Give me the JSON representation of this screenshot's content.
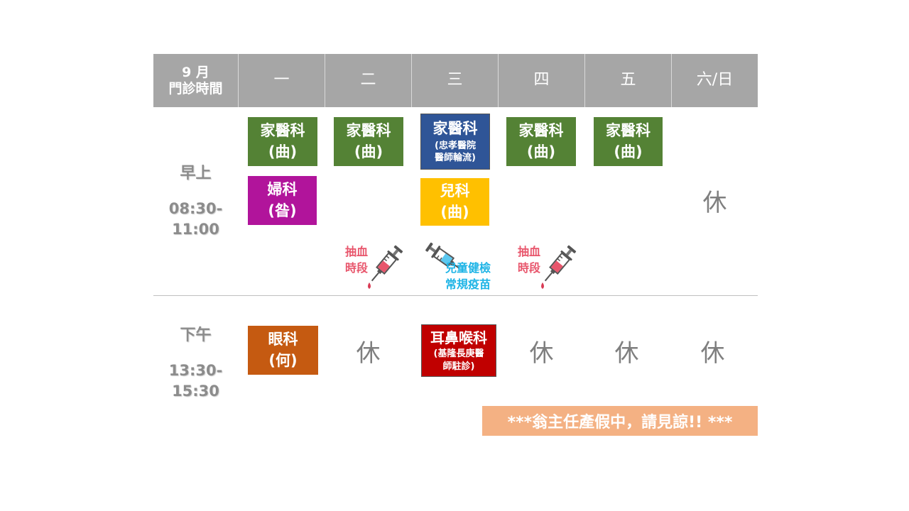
{
  "header": {
    "corner_line1": "9 月",
    "corner_line2": "門診時間",
    "days": [
      "一",
      "二",
      "三",
      "四",
      "五",
      "六/日"
    ]
  },
  "morning": {
    "name": "早上",
    "time_line1": "08:30-",
    "time_line2": "11:00"
  },
  "afternoon": {
    "name": "下午",
    "time_line1": "13:30-",
    "time_line2": "15:30"
  },
  "clinics": {
    "fm_mon": {
      "main": "家醫科",
      "doctor": "(曲)"
    },
    "fm_tue": {
      "main": "家醫科",
      "doctor": "(曲)"
    },
    "fm_wed": {
      "main": "家醫科",
      "sub1": "(忠孝醫院",
      "sub2": "醫師輪流)"
    },
    "fm_thu": {
      "main": "家醫科",
      "doctor": "(曲)"
    },
    "fm_fri": {
      "main": "家醫科",
      "doctor": "(曲)"
    },
    "gyn_mon": {
      "main": "婦科",
      "doctor": "(昝)"
    },
    "ped_wed": {
      "main": "兒科",
      "doctor": "(曲)"
    },
    "eye_mon": {
      "main": "眼科",
      "doctor": "(何)"
    },
    "ent_wed": {
      "main": "耳鼻喉科",
      "sub1": "(基隆長庚醫",
      "sub2": "師駐診)"
    }
  },
  "rest_label": "休",
  "blood_draw": {
    "line1": "抽血",
    "line2": "時段"
  },
  "vaccine": {
    "line1": "兒童健檢",
    "line2": "常規疫苗"
  },
  "notice": "***翁主任產假中，請見諒!! ***",
  "colors": {
    "header_bg": "#a6a6a6",
    "family_medicine": "#548235",
    "family_medicine_wed": "#2f5597",
    "gynecology": "#b1149b",
    "pediatrics": "#ffc000",
    "ophthalmology": "#c55a11",
    "ent": "#c00000",
    "notice_bg": "#f4b183",
    "blood_text": "#e8566c",
    "vaccine_text": "#1eb4e6"
  },
  "icons": [
    "syringe-icon"
  ]
}
